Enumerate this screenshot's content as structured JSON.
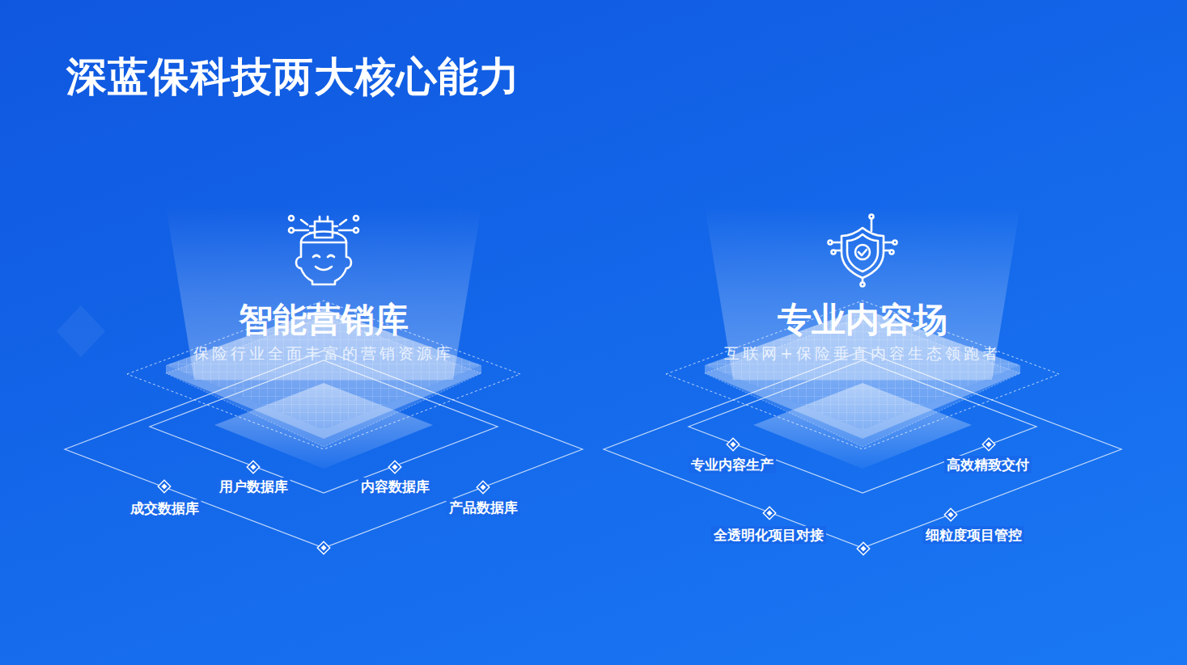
{
  "diagram": {
    "title": "深蓝保科技两大核心能力",
    "nodes": [
      {
        "text": [
          "智能营销库",
          "保险行业全面丰富的营销资源库"
        ]
      },
      {
        "text": [
          "专业内容场",
          "互联网+保险垂直内容生态领跑者"
        ]
      }
    ],
    "labels": [
      "用户数据库",
      "内容数据库",
      "成交数据库",
      "产品数据库",
      "专业内容生产",
      "高效精致交付",
      "全透明化项目对接",
      "细粒度项目管控"
    ]
  }
}
